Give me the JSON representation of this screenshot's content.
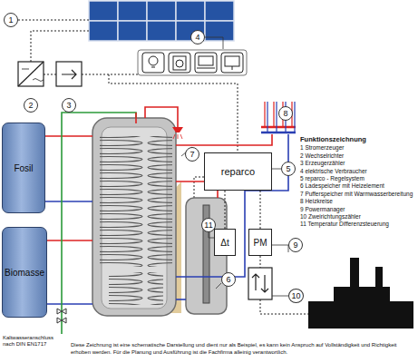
{
  "diagram": {
    "title": "Funktionszeichnung",
    "nodes": [
      {
        "text": [
          "1"
        ]
      },
      {
        "text": [
          "4"
        ]
      },
      {
        "text": [
          "2"
        ]
      },
      {
        "text": [
          "3"
        ]
      },
      {
        "text": [
          "8"
        ]
      },
      {
        "text": [
          "Fosil"
        ]
      },
      {
        "text": [
          "7"
        ]
      },
      {
        "text": [
          "reparco"
        ]
      },
      {
        "text": [
          "5"
        ]
      },
      {
        "text": [
          "11"
        ]
      },
      {
        "text": [
          "Biomasse"
        ]
      },
      {
        "text": [
          "Δt"
        ]
      },
      {
        "text": [
          "PM"
        ]
      },
      {
        "text": [
          "9"
        ]
      },
      {
        "text": [
          "6"
        ]
      },
      {
        "text": [
          "10"
        ]
      }
    ],
    "edges": [
      {
        "from": 7,
        "to": 11,
        "arrow": "none"
      },
      {
        "from": 7,
        "to": 12,
        "arrow": "none"
      }
    ],
    "labels": [
      "1 Stromerzeuger",
      "2 Wechselrichter",
      "3 Erzeugerzähler",
      "4 elektrische Verbraucher",
      "5 reparco - Regelsystem",
      "6 Ladespeicher mit Heizelement",
      "7 Pufferspeicher mit Warmwasserbereitung",
      "8 Heizkreise",
      "9 Powermanager",
      "10 Zweirichtungszähler",
      "11 Temperatur Differenzsteuerung",
      "Kaltwasseranschluss nach DIN EN1717",
      "Diese Zeichnung ist eine schematische Darstellung und dient nur als Beispiel, es kann kein Anspruch auf Vollständigkeit und Richtigkeit erhoben werden. Für die Planung und Ausführung ist die Fachfirma alleinig verantwortlich."
    ]
  }
}
